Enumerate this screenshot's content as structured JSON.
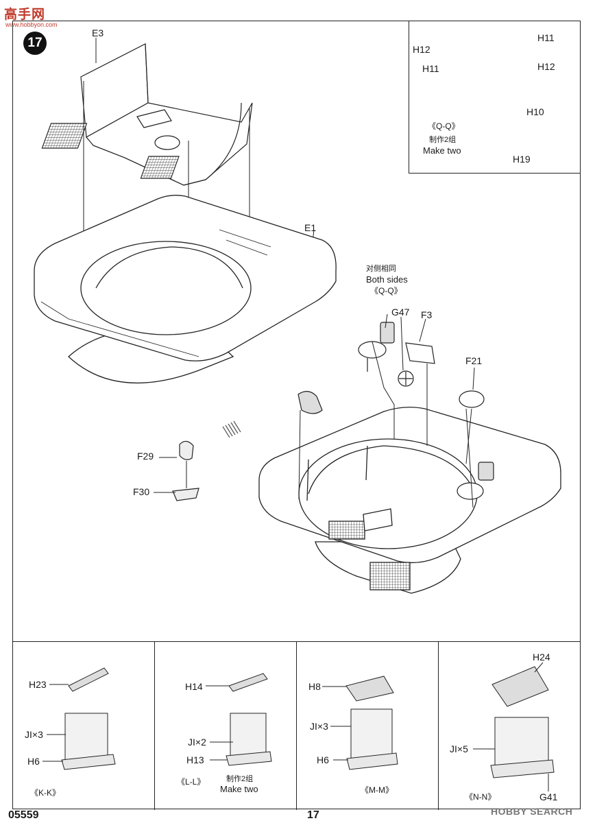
{
  "watermark": {
    "logo_text": "高手网",
    "url_text": "www.hobbyon.com",
    "hobbysearch_text": "HOBBY SEARCH"
  },
  "step": {
    "number": "17"
  },
  "footer": {
    "catalog_number": "05559",
    "page_number": "17"
  },
  "main_labels": {
    "e3": "E3",
    "e1": "E1",
    "both_sides_cn": "对侧相同",
    "both_sides_en": "Both sides",
    "qq_ref": "《Q-Q》",
    "g47": "G47",
    "f3": "F3",
    "f21": "F21",
    "f29": "F29",
    "f30": "F30"
  },
  "inset_qq": {
    "h12_left": "H12",
    "h11_left": "H11",
    "h11_right": "H11",
    "h12_right": "H12",
    "h10": "H10",
    "h19": "H19",
    "ref": "《Q-Q》",
    "make_cn": "制作2组",
    "make_en": "Make two"
  },
  "panels": [
    {
      "ref": "《K-K》",
      "top_part": "H23",
      "ammo": "JI×3",
      "base": "H6"
    },
    {
      "ref": "《L-L》",
      "top_part": "H14",
      "ammo": "JI×2",
      "base": "H13",
      "make_cn": "制作2组",
      "make_en": "Make two"
    },
    {
      "ref": "《M-M》",
      "top_part": "H8",
      "ammo": "JI×3",
      "base": "H6"
    },
    {
      "ref": "《N-N》",
      "top_part": "H24",
      "ammo": "JI×5",
      "base": "G41"
    }
  ]
}
